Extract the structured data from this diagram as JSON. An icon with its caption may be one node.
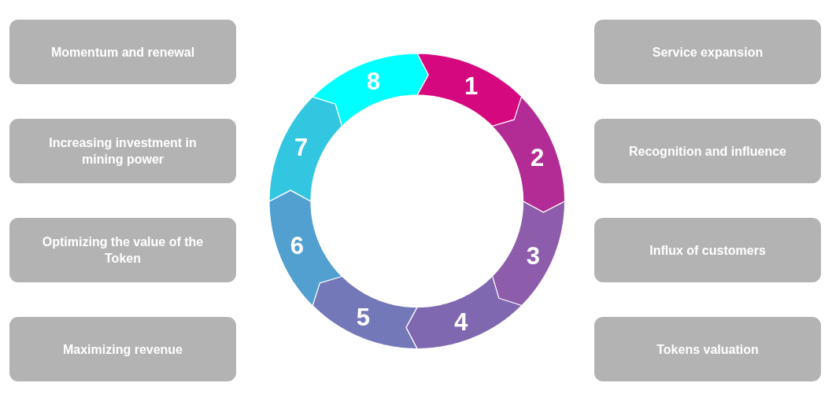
{
  "diagram": {
    "nodes": [
      {
        "text": [
          "Momentum and renewal"
        ]
      },
      {
        "text": [
          "Service expansion"
        ]
      },
      {
        "text": [
          "Increasing investment in mining power"
        ]
      },
      {
        "text": [
          "Recognition and influence"
        ]
      },
      {
        "text": [
          "Optimizing the value of the Token"
        ]
      },
      {
        "text": [
          "Influx of customers"
        ]
      },
      {
        "text": [
          "Maximizing revenue"
        ]
      },
      {
        "text": [
          "Tokens valuation"
        ]
      },
      {
        "text": [
          "1"
        ]
      },
      {
        "text": [
          "2"
        ]
      },
      {
        "text": [
          "3"
        ]
      },
      {
        "text": [
          "4"
        ]
      },
      {
        "text": [
          "5"
        ]
      },
      {
        "text": [
          "6"
        ]
      },
      {
        "text": [
          "7"
        ]
      },
      {
        "text": [
          "8"
        ]
      }
    ]
  }
}
